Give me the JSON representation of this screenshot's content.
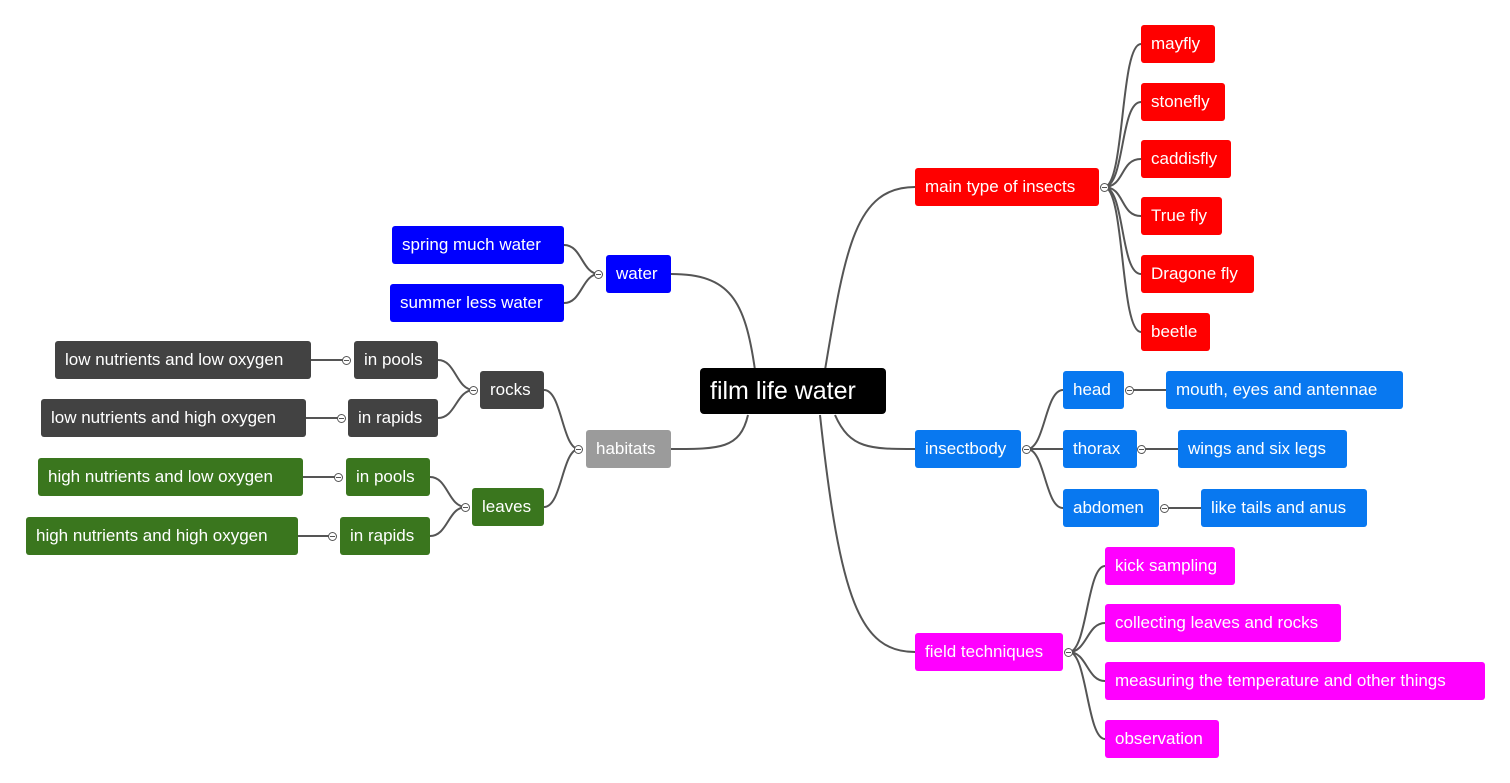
{
  "root": {
    "label": "film life water",
    "color": "#000000"
  },
  "colors": {
    "insects": "#ff0000",
    "water": "#0000ff",
    "body": "#0878f0",
    "field": "#ff00ff",
    "rocks": "#424242",
    "leaves": "#3a761e",
    "habitats": "#9b9b9b",
    "link": "#555555"
  },
  "nodes": {
    "main_type_of_insects": "main type of insects",
    "mayfly": "mayfly",
    "stonefly": "stonefly",
    "caddisfly": "caddisfly",
    "true_fly": "True fly",
    "dragone_fly": "Dragone fly",
    "beetle": "beetle",
    "insectbody": "insectbody",
    "head": "head",
    "head_detail": "mouth, eyes and antennae",
    "thorax": "thorax",
    "thorax_detail": "wings and six legs",
    "abdomen": "abdomen",
    "abdomen_detail": "like tails and anus",
    "field_techniques": "field techniques",
    "kick_sampling": "kick sampling",
    "collecting": "collecting leaves and rocks",
    "measuring": "measuring the temperature and other things",
    "observation": "observation",
    "water": "water",
    "spring": "spring much water",
    "summer": "summer less water",
    "habitats": "habitats",
    "rocks": "rocks",
    "rocks_pools": "in pools",
    "rocks_pools_detail": "low nutrients and low oxygen",
    "rocks_rapids": "in rapids",
    "rocks_rapids_detail": "low nutrients and high oxygen",
    "leaves": "leaves",
    "leaves_pools": "in pools",
    "leaves_pools_detail": "high nutrients and low oxygen",
    "leaves_rapids": "in rapids",
    "leaves_rapids_detail": "high nutrients and high oxygen"
  }
}
